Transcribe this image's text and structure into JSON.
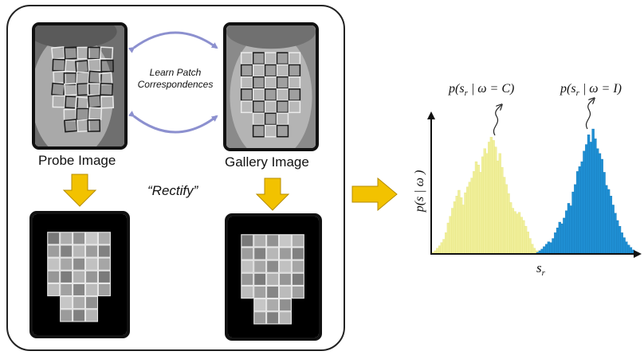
{
  "labels": {
    "probe": "Probe Image",
    "gallery": "Gallery Image",
    "learn_line1": "Learn Patch",
    "learn_line2": "Correspondences",
    "rectify": "“Rectify”"
  },
  "chart_data": {
    "type": "histogram",
    "ylabel": "p(s | ω )",
    "xlabel": "s",
    "xlabel_sub": "r",
    "annotations": [
      {
        "text": "p(s",
        "sub": "r",
        "rest": " | ω = C)"
      },
      {
        "text": "p(s",
        "sub": "r",
        "rest": " | ω = I)"
      }
    ],
    "series": [
      {
        "color": "#f0ef9a",
        "edge": "#e2e178",
        "values": [
          1,
          3,
          6,
          9,
          13,
          17,
          25,
          37,
          45,
          55,
          63,
          70,
          77,
          68,
          59,
          74,
          81,
          87,
          92,
          100,
          112,
          108,
          99,
          118,
          128,
          122,
          136,
          142,
          138,
          130,
          113,
          122,
          105,
          93,
          84,
          73,
          62,
          55,
          51,
          48,
          50,
          44,
          40,
          33,
          26,
          18,
          11,
          6,
          3,
          1
        ]
      },
      {
        "color": "#1f8fd3",
        "edge": "#1576b4",
        "values": [
          1,
          3,
          5,
          8,
          11,
          14,
          13,
          18,
          25,
          31,
          38,
          36,
          43,
          52,
          61,
          58,
          75,
          84,
          100,
          106,
          112,
          125,
          133,
          145,
          136,
          152,
          140,
          128,
          122,
          115,
          99,
          83,
          78,
          70,
          59,
          49,
          40,
          33,
          25,
          19,
          14,
          10,
          7,
          4,
          2,
          1
        ]
      }
    ]
  },
  "colors": {
    "arrow_yellow": "#f2c200",
    "arrow_blue": "#8c90cf",
    "patch_white": "#eaeaea",
    "patch_dark": "#1a1a1a"
  }
}
